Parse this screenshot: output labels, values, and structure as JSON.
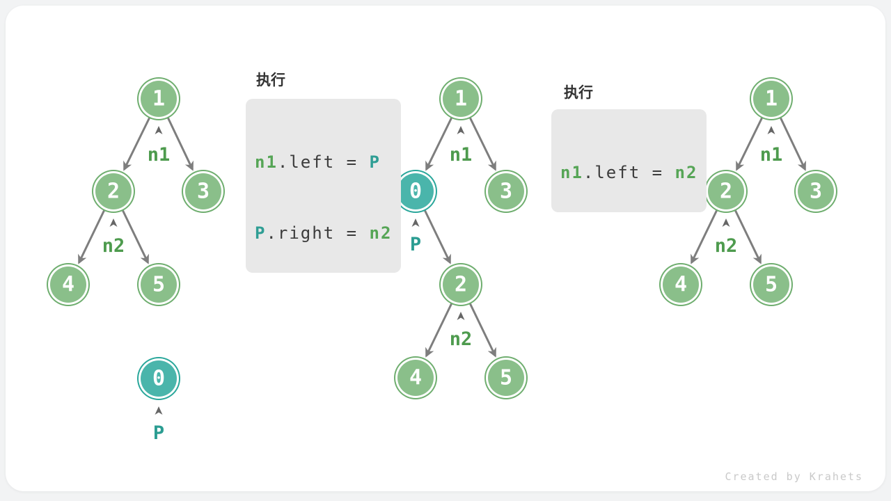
{
  "page": {
    "watermark": "Created by Krahets"
  },
  "colors": {
    "node_green_fill": "#8abf8a",
    "node_green_border": "#6fae6f",
    "node_teal_fill": "#4ab5ab",
    "node_teal_border": "#2aa79b",
    "node_text": "#ffffff",
    "pointer_green": "#4e9b4e",
    "pointer_teal": "#2b9d92",
    "edge_gray": "#7e7e7e",
    "caret_gray": "#666666",
    "code_bg": "#e8e8e8",
    "code_text": "#3c3c3c",
    "code_green": "#56a556",
    "code_teal": "#2f9e94",
    "title_text": "#333333",
    "step_arrow": "#bdbdbd",
    "card_bg": "#ffffff",
    "page_bg": "#f2f3f4",
    "watermark_gray": "#c9c9c9"
  },
  "trees": [
    {
      "name": "step-1-initial",
      "nodes": [
        "1",
        "2",
        "3",
        "4",
        "5"
      ],
      "pointers": {
        "n1": "n1",
        "n2": "n2"
      },
      "floating": {
        "value": "0",
        "pointer": "P"
      }
    },
    {
      "name": "step-2-node-inserted",
      "nodes": [
        "1",
        "0",
        "3",
        "2",
        "4",
        "5"
      ],
      "pointers": {
        "n1": "n1",
        "p": "P",
        "n2": "n2"
      }
    },
    {
      "name": "step-3-node-removed",
      "nodes": [
        "1",
        "2",
        "3",
        "4",
        "5"
      ],
      "pointers": {
        "n1": "n1",
        "n2": "n2"
      }
    }
  ],
  "code_blocks": [
    {
      "title": "执行",
      "lines": [
        {
          "var1": "n1",
          "rest": ".left = ",
          "var2": "P"
        },
        {
          "var1": "P",
          "rest": ".right = ",
          "var2": "n2"
        }
      ]
    },
    {
      "title": "执行",
      "lines": [
        {
          "var1": "n1",
          "rest": ".left = ",
          "var2": "n2"
        }
      ]
    }
  ]
}
